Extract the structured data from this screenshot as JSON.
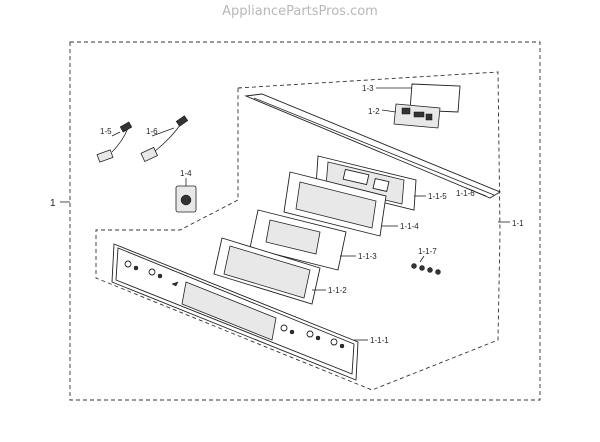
{
  "watermark": "AppliancePartsPros.com",
  "labels": {
    "l1": "1",
    "l1_1": "1-1",
    "l1_2": "1-2",
    "l1_3": "1-3",
    "l1_4": "1-4",
    "l1_5": "1-5",
    "l1_6": "1-6",
    "l1_1_1": "1-1-1",
    "l1_1_2": "1-1-2",
    "l1_1_3": "1-1-3",
    "l1_1_4": "1-1-4",
    "l1_1_5": "1-1-5",
    "l1_1_6": "1-1-6",
    "l1_1_7": "1-1-7"
  }
}
